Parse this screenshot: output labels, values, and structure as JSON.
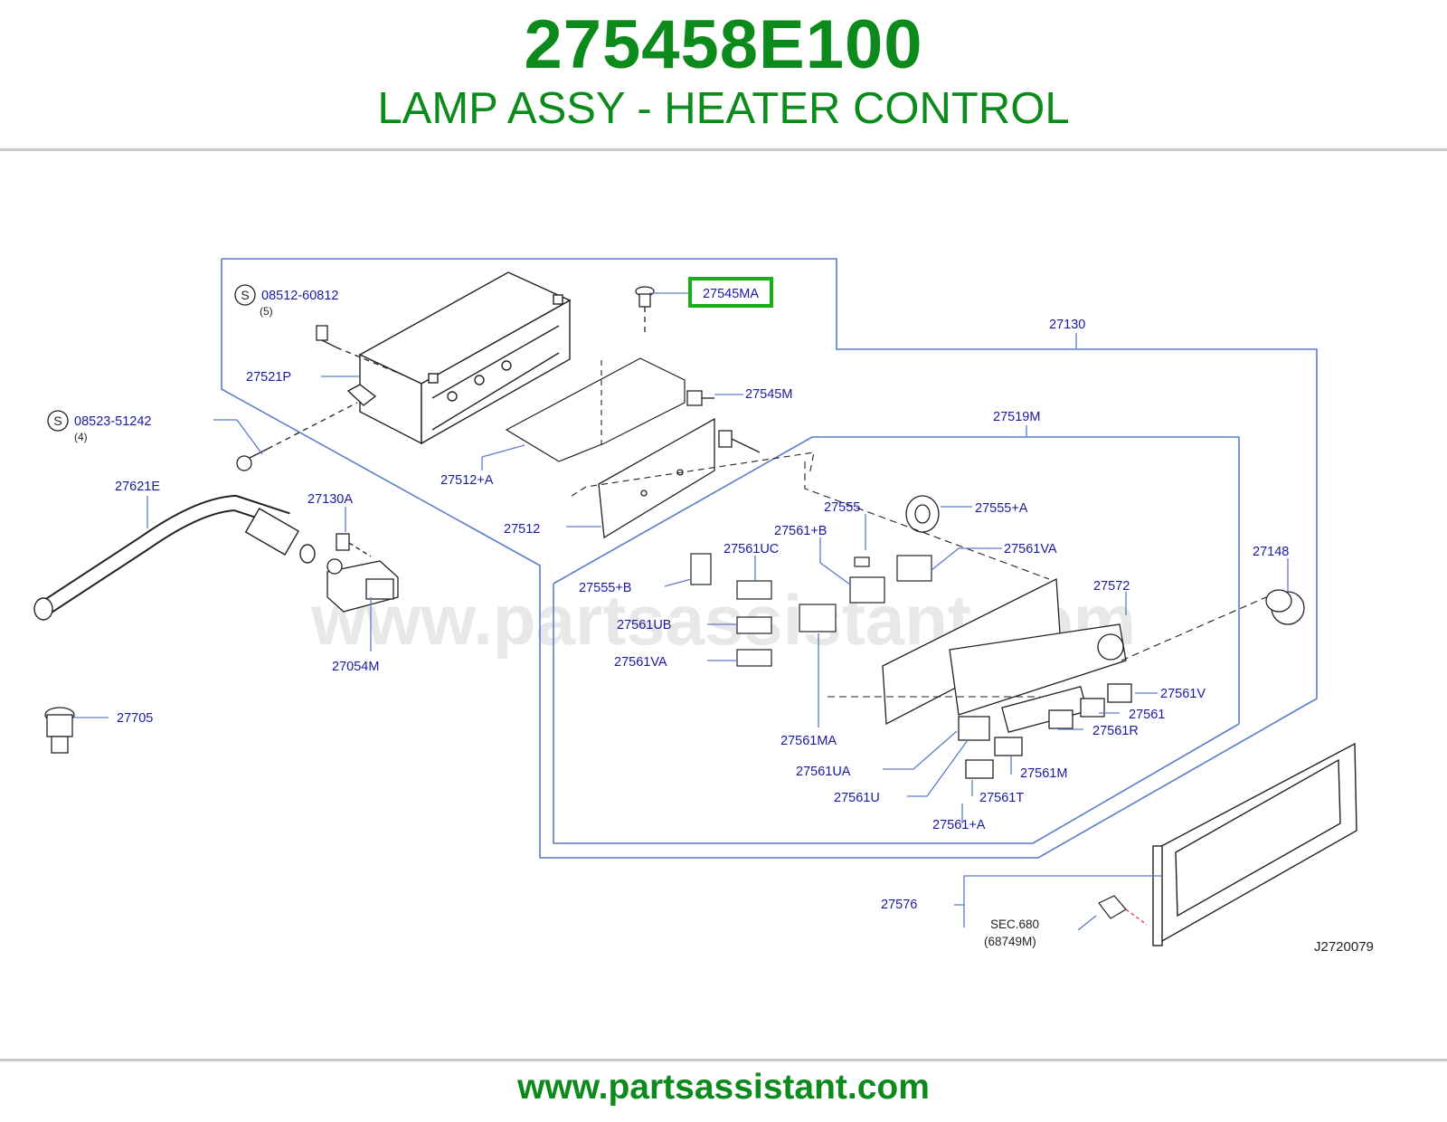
{
  "header": {
    "part_number": "275458E100",
    "part_name": "LAMP ASSY - HEATER CONTROL"
  },
  "diagram": {
    "drawing_id": "J2720079",
    "watermark": "www.partsassistant.com",
    "highlight_color": "#15b015",
    "label_color": "#1a1aa0",
    "highlighted_label": "27545MA",
    "labels": {
      "screw_s1_part": "08512-60812",
      "screw_s1_qty": "(5)",
      "screw_s2_part": "08523-51242",
      "screw_s2_qty": "(4)",
      "s_symbol": "S",
      "l27545MA": "27545MA",
      "l27130": "27130",
      "l27521P": "27521P",
      "l27545M": "27545M",
      "l27519M": "27519M",
      "l27512A": "27512+A",
      "l27621E": "27621E",
      "l27130A": "27130A",
      "l27555": "27555",
      "l27555A": "27555+A",
      "l27512": "27512",
      "l27561B": "27561+B",
      "l27561UC": "27561UC",
      "l27561VA_top": "27561VA",
      "l27148": "27148",
      "l27555B": "27555+B",
      "l27572": "27572",
      "l27561UB": "27561UB",
      "l27054M": "27054M",
      "l27561VA_left": "27561VA",
      "l27561V": "27561V",
      "l27705": "27705",
      "l27561": "27561",
      "l27561R": "27561R",
      "l27561MA": "27561MA",
      "l27561UA": "27561UA",
      "l27561M": "27561M",
      "l27561U": "27561U",
      "l27561T": "27561T",
      "l27561A": "27561+A",
      "l27576": "27576",
      "sec680": "SEC.680",
      "sec680_ref": "(68749M)"
    }
  },
  "footer": {
    "url": "www.partsassistant.com"
  }
}
